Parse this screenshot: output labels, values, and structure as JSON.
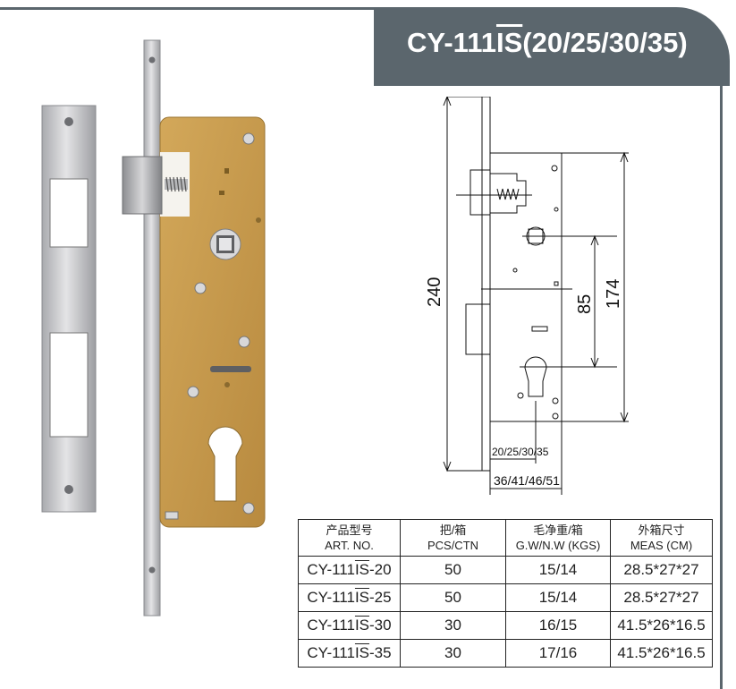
{
  "header": {
    "model_prefix": "CY-111",
    "model_mark": "IS",
    "model_sizes": "(20/25/30/35)"
  },
  "drawing": {
    "dim_total_height": "240",
    "dim_center_distance": "85",
    "dim_body_height": "174",
    "dim_backset_20_35": "20/25/30/35",
    "dim_backset_36_51": "36/41/46/51"
  },
  "table": {
    "headers": [
      {
        "cn": "产品型号",
        "en": "ART. NO."
      },
      {
        "cn": "把/箱",
        "en": "PCS/CTN"
      },
      {
        "cn": "毛净重/箱",
        "en": "G.W/N.W (KGS)"
      },
      {
        "cn": "外箱尺寸",
        "en": "MEAS (CM)"
      }
    ],
    "rows": [
      {
        "art_prefix": "CY-111",
        "art_mark": "IS",
        "art_suffix": "-20",
        "pcs": "50",
        "weight": "15/14",
        "meas": "28.5*27*27"
      },
      {
        "art_prefix": "CY-111",
        "art_mark": "IS",
        "art_suffix": "-25",
        "pcs": "50",
        "weight": "15/14",
        "meas": "28.5*27*27"
      },
      {
        "art_prefix": "CY-111",
        "art_mark": "IS",
        "art_suffix": "-30",
        "pcs": "30",
        "weight": "16/15",
        "meas": "41.5*26*16.5"
      },
      {
        "art_prefix": "CY-111",
        "art_mark": "IS",
        "art_suffix": "-35",
        "pcs": "30",
        "weight": "17/16",
        "meas": "41.5*26*16.5"
      }
    ]
  },
  "colors": {
    "band": "#5b666d",
    "lock_body": "#c79a4c",
    "steel": "#c9c9cc"
  }
}
